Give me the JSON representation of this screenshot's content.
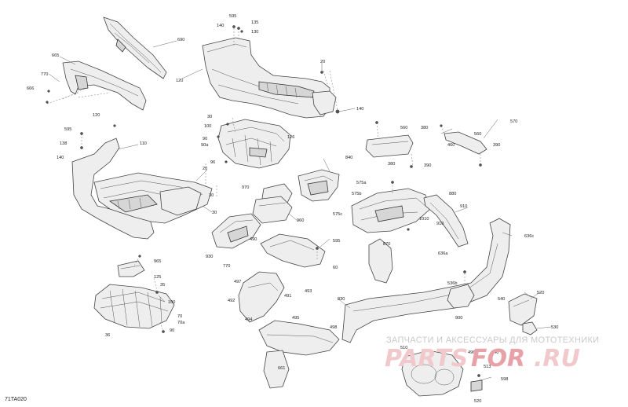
{
  "diagram": {
    "code": "71TA020",
    "watermark_top": "ЗАПЧАСТИ И АКСЕССУАРЫ ДЛЯ МОТОТЕХНИКИ",
    "watermark_brand_a": "PARTS",
    "watermark_brand_b": "FOR",
    "watermark_brand_c": ".RU"
  },
  "callouts": [
    {
      "id": "c690",
      "text": "690"
    },
    {
      "id": "c595a",
      "text": "595"
    },
    {
      "id": "c135",
      "text": "135"
    },
    {
      "id": "c140a",
      "text": "140"
    },
    {
      "id": "c130",
      "text": "130"
    },
    {
      "id": "c665",
      "text": "665"
    },
    {
      "id": "c770a",
      "text": "770"
    },
    {
      "id": "c666",
      "text": "666"
    },
    {
      "id": "c120a",
      "text": "120"
    },
    {
      "id": "c20a",
      "text": "20"
    },
    {
      "id": "c140b",
      "text": "140"
    },
    {
      "id": "c120b",
      "text": "120"
    },
    {
      "id": "c30a",
      "text": "30"
    },
    {
      "id": "c100a",
      "text": "100"
    },
    {
      "id": "c90a",
      "text": "90"
    },
    {
      "id": "c90a2",
      "text": "90a"
    },
    {
      "id": "c126",
      "text": "126"
    },
    {
      "id": "c595b",
      "text": "595"
    },
    {
      "id": "c110",
      "text": "110"
    },
    {
      "id": "c138",
      "text": "138"
    },
    {
      "id": "c140c",
      "text": "140"
    },
    {
      "id": "c96",
      "text": "96"
    },
    {
      "id": "c20b",
      "text": "20"
    },
    {
      "id": "c30b",
      "text": "30"
    },
    {
      "id": "c30c",
      "text": "30"
    },
    {
      "id": "c560a",
      "text": "560"
    },
    {
      "id": "c380",
      "text": "380"
    },
    {
      "id": "c570",
      "text": "570"
    },
    {
      "id": "c560b",
      "text": "560"
    },
    {
      "id": "c460",
      "text": "460"
    },
    {
      "id": "c390a",
      "text": "390"
    },
    {
      "id": "c380b",
      "text": "380"
    },
    {
      "id": "c390b",
      "text": "390"
    },
    {
      "id": "c840",
      "text": "840"
    },
    {
      "id": "c970",
      "text": "970"
    },
    {
      "id": "c575a",
      "text": "575a"
    },
    {
      "id": "c575b",
      "text": "575b"
    },
    {
      "id": "c575c",
      "text": "575c"
    },
    {
      "id": "c880",
      "text": "880"
    },
    {
      "id": "c910",
      "text": "910"
    },
    {
      "id": "c1010",
      "text": "1010"
    },
    {
      "id": "c960",
      "text": "960"
    },
    {
      "id": "c636c",
      "text": "636c"
    },
    {
      "id": "c490",
      "text": "490"
    },
    {
      "id": "c930",
      "text": "930"
    },
    {
      "id": "c770b",
      "text": "770"
    },
    {
      "id": "c595c",
      "text": "595"
    },
    {
      "id": "c870",
      "text": "870"
    },
    {
      "id": "c636a",
      "text": "636a"
    },
    {
      "id": "c60",
      "text": "60"
    },
    {
      "id": "c965",
      "text": "965"
    },
    {
      "id": "c125",
      "text": "125"
    },
    {
      "id": "c35",
      "text": "35"
    },
    {
      "id": "c100b",
      "text": "100"
    },
    {
      "id": "c70",
      "text": "70"
    },
    {
      "id": "c70a",
      "text": "70a"
    },
    {
      "id": "c90b",
      "text": "90"
    },
    {
      "id": "c36",
      "text": "36"
    },
    {
      "id": "c497",
      "text": "497"
    },
    {
      "id": "c492",
      "text": "492"
    },
    {
      "id": "c491",
      "text": "491"
    },
    {
      "id": "c493",
      "text": "493"
    },
    {
      "id": "c494",
      "text": "494"
    },
    {
      "id": "c495",
      "text": "495"
    },
    {
      "id": "c498",
      "text": "498"
    },
    {
      "id": "c661",
      "text": "661"
    },
    {
      "id": "c830",
      "text": "830"
    },
    {
      "id": "c536b",
      "text": "536b"
    },
    {
      "id": "c540",
      "text": "540"
    },
    {
      "id": "c520",
      "text": "520"
    },
    {
      "id": "c530",
      "text": "530"
    },
    {
      "id": "c900",
      "text": "900"
    },
    {
      "id": "c510",
      "text": "510"
    },
    {
      "id": "c496",
      "text": "496"
    },
    {
      "id": "c513",
      "text": "513"
    },
    {
      "id": "c598",
      "text": "598"
    },
    {
      "id": "c520b",
      "text": "520"
    },
    {
      "id": "c540b",
      "text": "540"
    },
    {
      "id": "c910b",
      "text": "910"
    }
  ]
}
